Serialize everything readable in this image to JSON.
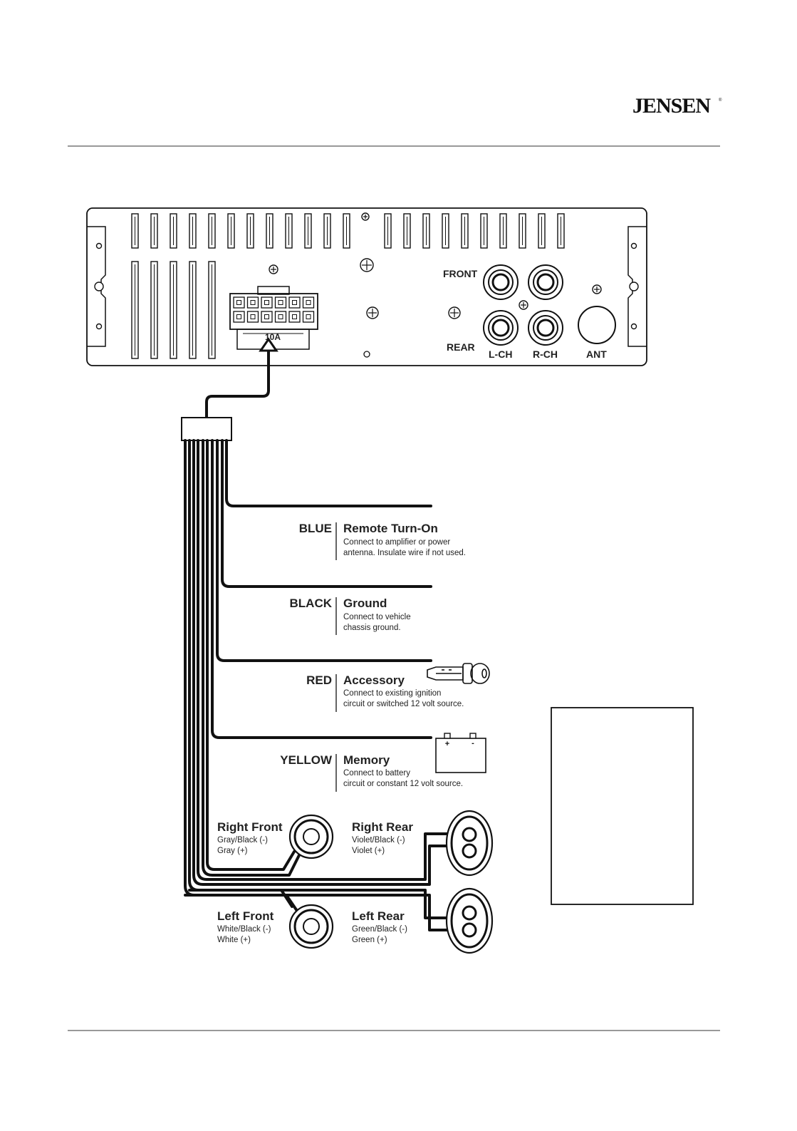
{
  "header": {
    "brand": "JENSEN",
    "registered_mark": "®"
  },
  "head_unit": {
    "fuse_label": "10A",
    "front_label": "FRONT",
    "rear_label": "REAR",
    "lch_label": "L-CH",
    "rch_label": "R-CH",
    "ant_label": "ANT"
  },
  "wires": [
    {
      "color": "BLUE",
      "function": "Remote Turn-On",
      "desc_line1": "Connect to amplifier or power",
      "desc_line2": "antenna. Insulate wire if not used."
    },
    {
      "color": "BLACK",
      "function": "Ground",
      "desc_line1": "Connect to vehicle",
      "desc_line2": "chassis ground."
    },
    {
      "color": "RED",
      "function": "Accessory",
      "desc_line1": "Connect to existing ignition",
      "desc_line2": "circuit or switched 12 volt source."
    },
    {
      "color": "YELLOW",
      "function": "Memory",
      "desc_line1": "Connect to battery",
      "desc_line2": "circuit or constant 12 volt source."
    }
  ],
  "battery": {
    "plus": "+",
    "minus": "-"
  },
  "speakers": {
    "right_front": {
      "title": "Right Front",
      "neg": "Gray/Black (-)",
      "pos": "Gray (+)"
    },
    "right_rear": {
      "title": "Right Rear",
      "neg": "Violet/Black (-)",
      "pos": "Violet (+)"
    },
    "left_front": {
      "title": "Left Front",
      "neg": "White/Black (-)",
      "pos": "White (+)"
    },
    "left_rear": {
      "title": "Left Rear",
      "neg": "Green/Black (-)",
      "pos": "Green (+)"
    }
  }
}
